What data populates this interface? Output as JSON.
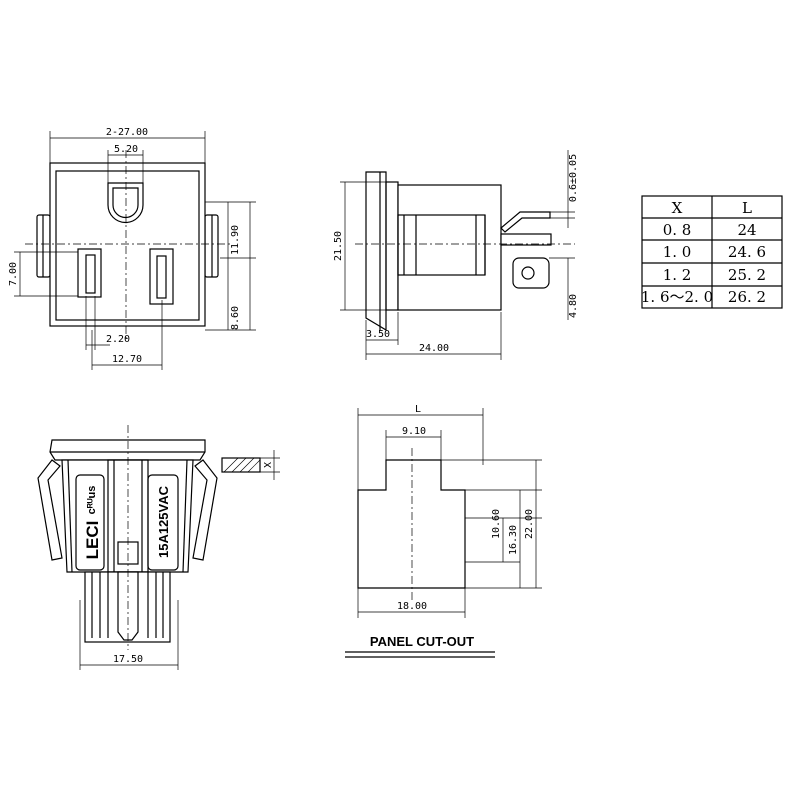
{
  "front_view": {
    "dims": {
      "overall_width": "2-27.00",
      "ground_width": "5.20",
      "height_upper": "11.90",
      "height_lower": "8.60",
      "blade_offset": "7.00",
      "blade_width": "2.20",
      "blade_spacing": "12.70"
    }
  },
  "side_view": {
    "dims": {
      "terminal_thickness": "0.6±0.05",
      "overall_height": "21.50",
      "terminal_offset": "4.80",
      "flange_depth": "3.50",
      "overall_length": "24.00"
    }
  },
  "bottom_view": {
    "dims": {
      "width": "17.50",
      "panel_x": "X"
    },
    "marking": {
      "brand": "LECI",
      "rating": "15A125VAC",
      "cert_mark": "cᴿᵁus"
    }
  },
  "panel_cutout": {
    "title": "PANEL CUT-OUT",
    "dims": {
      "length": "L",
      "top_width": "9.10",
      "inner_height": "10.60",
      "mid_height": "16.30",
      "overall_height": "22.00",
      "bottom_width": "18.00"
    }
  },
  "table": {
    "headers": [
      "X",
      "L"
    ],
    "rows": [
      [
        "0. 8",
        "24"
      ],
      [
        "1. 0",
        "24. 6"
      ],
      [
        "1. 2",
        "25. 2"
      ],
      [
        "1. 6～2. 0",
        "26. 2"
      ]
    ]
  }
}
